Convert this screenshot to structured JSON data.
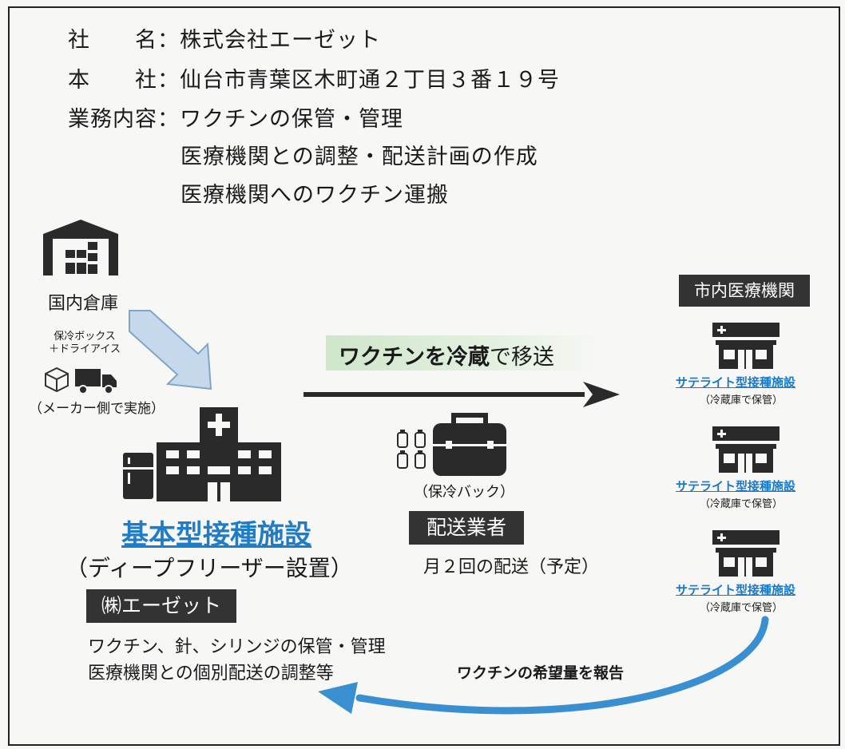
{
  "company": {
    "name_label": "社　　名：",
    "name": "株式会社エーゼット",
    "hq_label": "本　　社：",
    "hq": "仙台市青葉区木町通２丁目３番１９号",
    "business_label": "業務内容：",
    "business": [
      "ワクチンの保管・管理",
      "医療機関との調整・配送計画の作成",
      "医療機関へのワクチン運搬"
    ]
  },
  "warehouse": {
    "label": "国内倉庫",
    "packing_line1": "保冷ボックス",
    "packing_line2": "＋ドライアイス",
    "maker": "（メーカー側で実施）"
  },
  "transfer": {
    "bold": "ワクチンを冷蔵",
    "rest": "で移送"
  },
  "base": {
    "title": "基本型接種施設",
    "subtitle": "（ディープフリーザー設置）"
  },
  "cooler": {
    "label": "（保冷バック）"
  },
  "delivery": {
    "label": "配送業者",
    "schedule": "月２回の配送（予定）"
  },
  "az": {
    "badge": "㈱エーゼット",
    "line1": "ワクチン、針、シリンジの保管・管理",
    "line2": "医療機関との個別配送の調整等"
  },
  "city": {
    "label": "市内医療機関",
    "satellites": [
      {
        "name": "サテライト型接種施設",
        "note": "（冷蔵庫で保管）"
      },
      {
        "name": "サテライト型接種施設",
        "note": "（冷蔵庫で保管）"
      },
      {
        "name": "サテライト型接種施設",
        "note": "（冷蔵庫で保管）"
      }
    ]
  },
  "report": {
    "label": "ワクチンの希望量を報告"
  },
  "colors": {
    "accent_blue": "#1f7dc8",
    "dark": "#333333",
    "green_band": "#d9ecd6"
  }
}
